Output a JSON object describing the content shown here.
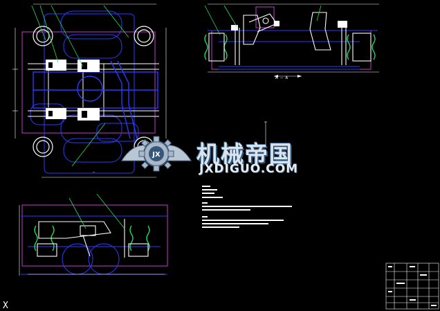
{
  "watermark": {
    "title": "机械帝国",
    "subtitle": "JXDIGUO.COM",
    "emblem_letters": "JX"
  },
  "drawing": {
    "section_marker": "A — A",
    "section_label_a": "A",
    "cursor_glyph": "X"
  },
  "colors": {
    "background": "#000000",
    "outline_blue": "#2a3bff",
    "outline_magenta": "#c23cc8",
    "leader_green": "#22e05a",
    "detail_white": "#ffffff",
    "logo_text": "#dde3ec",
    "logo_shadow": "#27557d"
  }
}
